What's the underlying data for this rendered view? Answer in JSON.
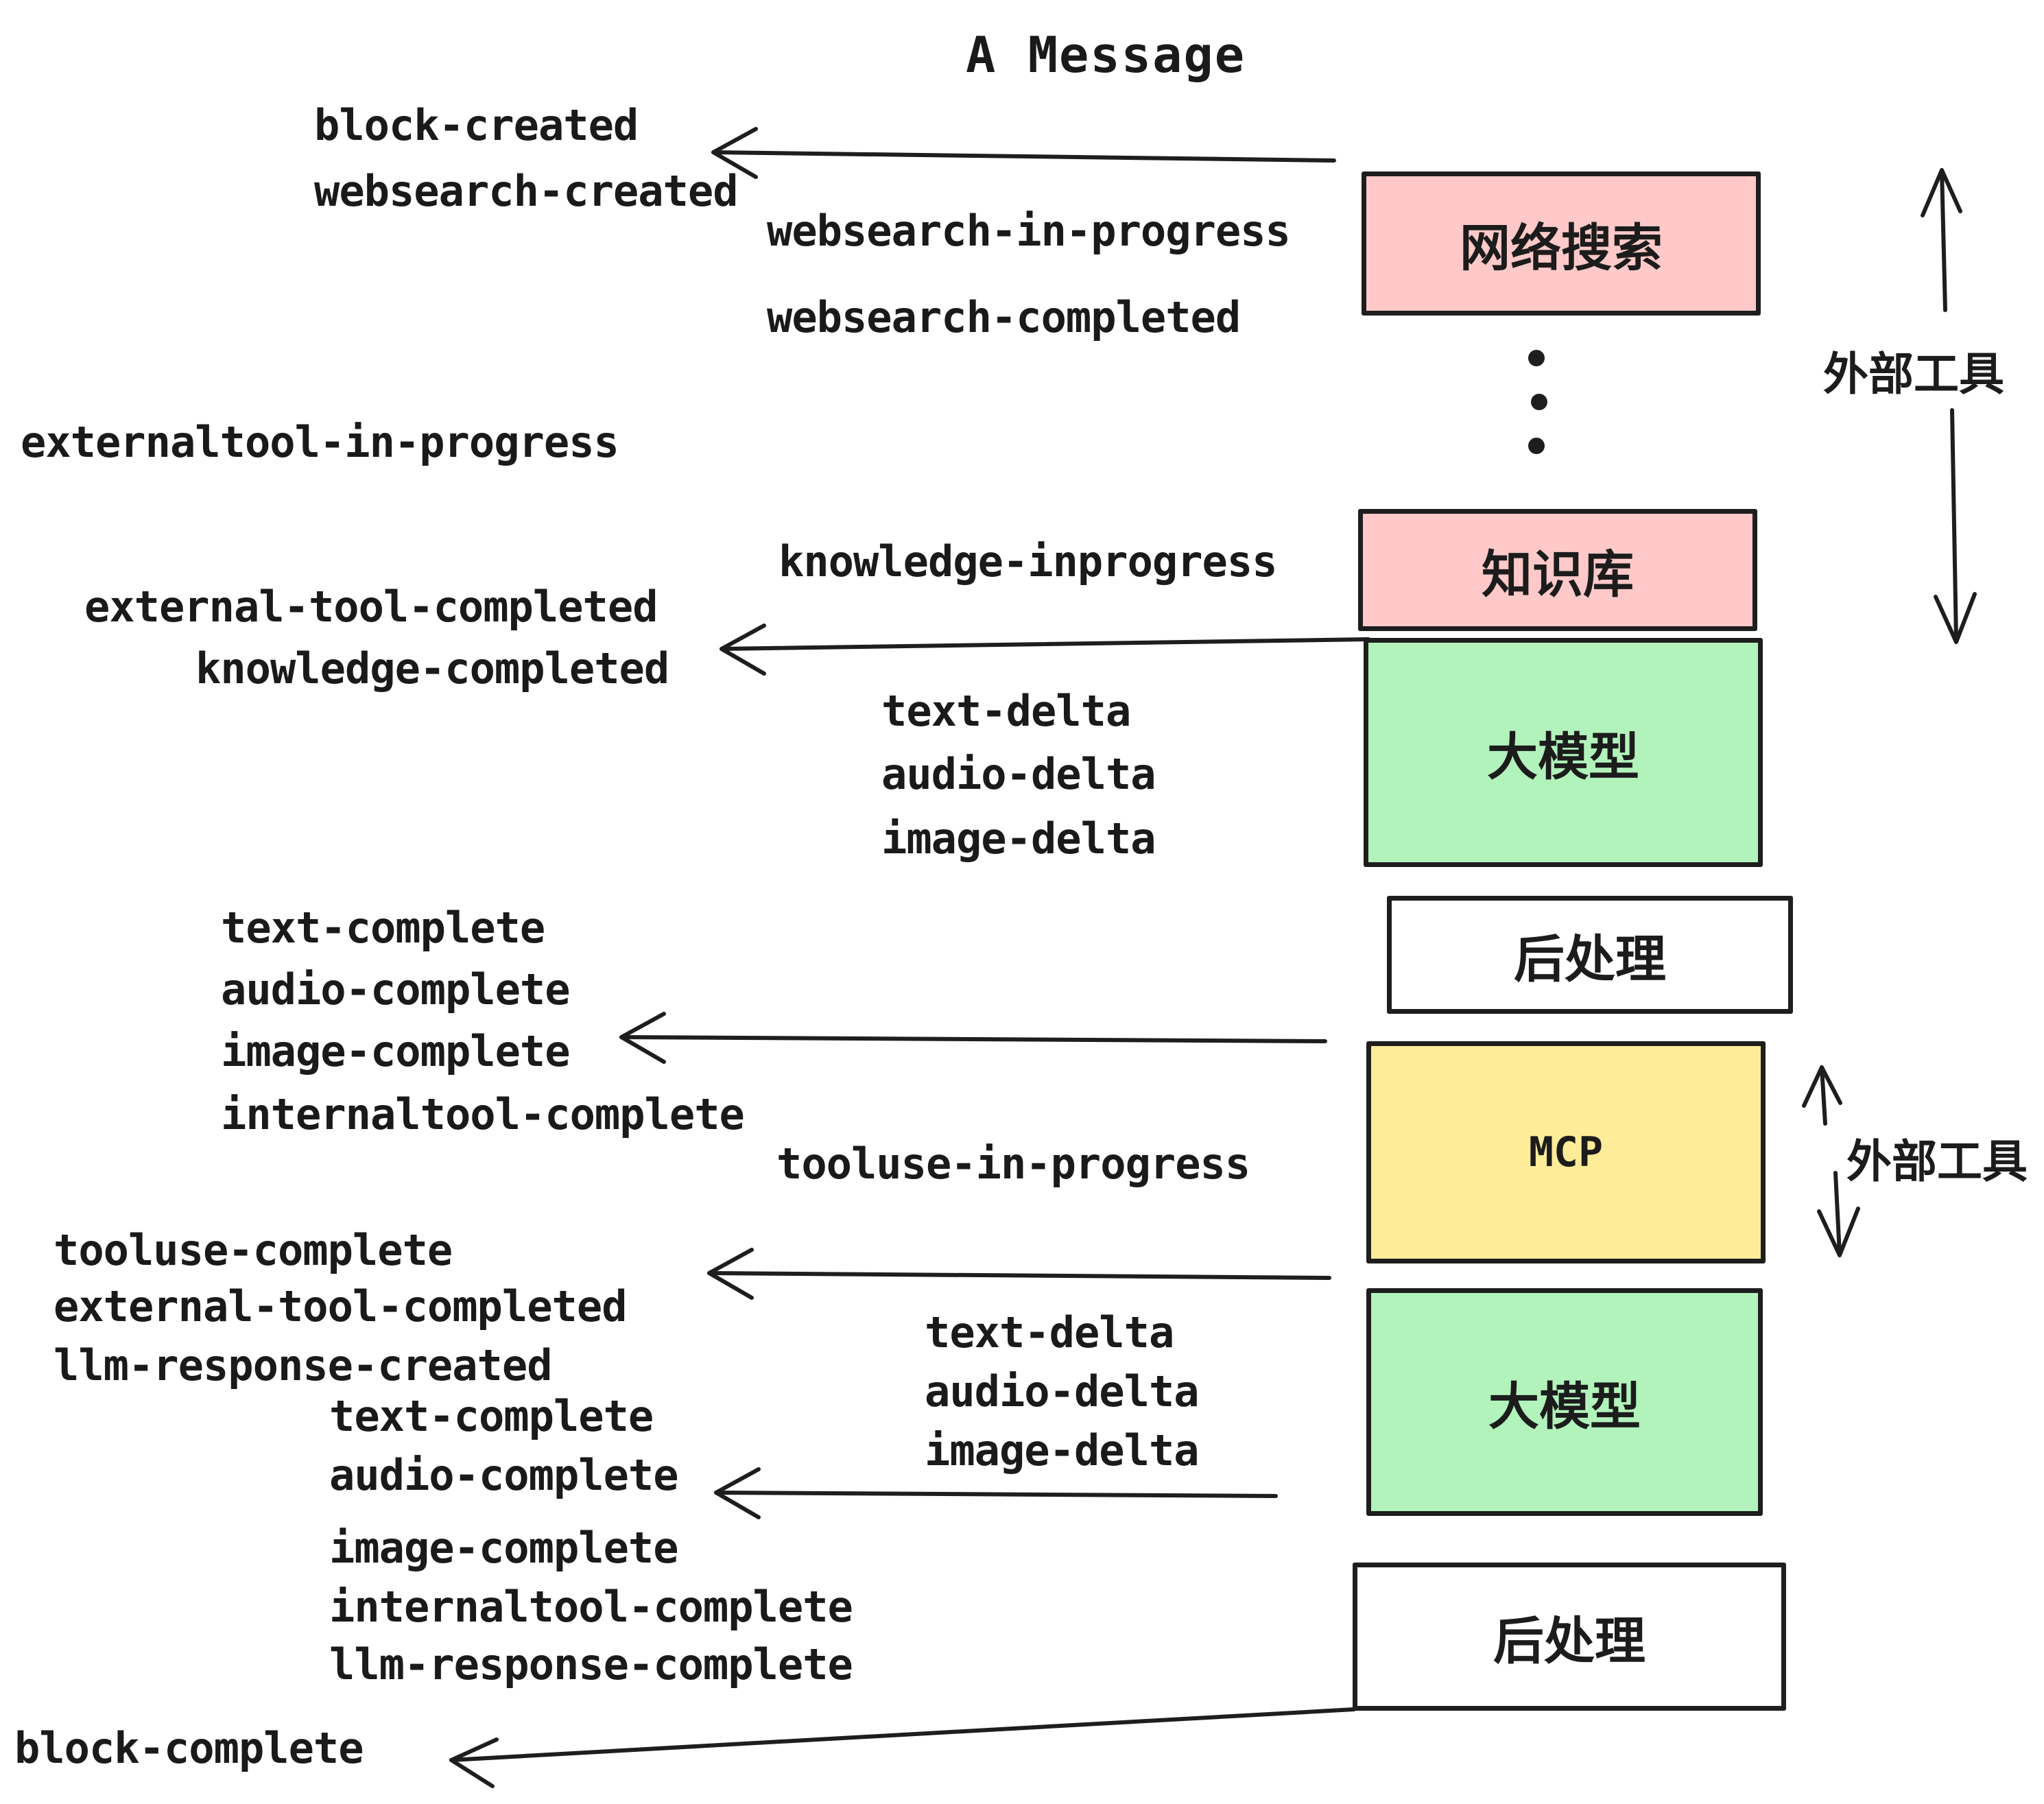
{
  "title": "A Message",
  "colors": {
    "pink": "#ffc9c9",
    "green": "#b2f2bb",
    "yellow": "#ffec99",
    "white": "#ffffff",
    "stroke": "#1e1e1e"
  },
  "boxes": [
    {
      "id": "websearch",
      "label": "网络搜索",
      "color": "#ffc9c9"
    },
    {
      "id": "knowledge",
      "label": "知识库",
      "color": "#ffc9c9"
    },
    {
      "id": "llm1",
      "label": "大模型",
      "color": "#b2f2bb"
    },
    {
      "id": "post1",
      "label": "后处理",
      "color": "#ffffff"
    },
    {
      "id": "mcp",
      "label": "MCP",
      "color": "#ffec99"
    },
    {
      "id": "llm2",
      "label": "大模型",
      "color": "#b2f2bb"
    },
    {
      "id": "post2",
      "label": "后处理",
      "color": "#ffffff"
    }
  ],
  "side_annotations": {
    "top": "外部工具",
    "bottom": "外部工具"
  },
  "delta_events": [
    "text-delta",
    "audio-delta",
    "image-delta"
  ],
  "events": {
    "block_created": "block-created",
    "websearch_created": "websearch-created",
    "websearch_in_progress": "websearch-in-progress",
    "websearch_completed": "websearch-completed",
    "externaltool_in_progress": "externaltool-in-progress",
    "knowledge_inprogress": "knowledge-inprogress",
    "external_tool_completed": "external-tool-completed",
    "knowledge_completed": "knowledge-completed",
    "text_complete": "text-complete",
    "audio_complete": "audio-complete",
    "image_complete": "image-complete",
    "internaltool_complete": "internaltool-complete",
    "tooluse_in_progress": "tooluse-in-progress",
    "tooluse_complete": "tooluse-complete",
    "llm_response_created": "llm-response-created",
    "llm_response_complete": "llm-response-complete",
    "block_complete": "block-complete"
  }
}
